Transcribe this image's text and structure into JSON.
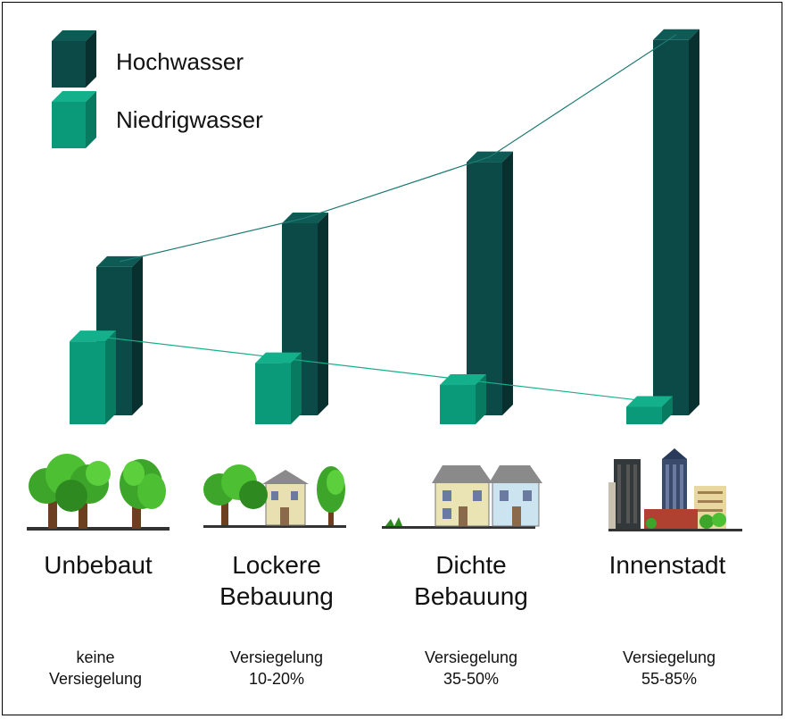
{
  "chart_data": {
    "type": "bar",
    "categories": [
      {
        "name": [
          "Unbebaut"
        ],
        "sub": [
          "keine",
          "Versiegelung"
        ],
        "icon": "trees-icon"
      },
      {
        "name": [
          "Lockere",
          "Bebauung"
        ],
        "sub": [
          "Versiegelung",
          "10-20%"
        ],
        "icon": "house-trees-icon"
      },
      {
        "name": [
          "Dichte",
          "Bebauung"
        ],
        "sub": [
          "Versiegelung",
          "35-50%"
        ],
        "icon": "row-houses-icon"
      },
      {
        "name": [
          "Innenstadt"
        ],
        "sub": [
          "Versiegelung",
          "55-85%"
        ],
        "icon": "city-skyline-icon"
      }
    ],
    "series": [
      {
        "name": "Hochwasser",
        "values": [
          170,
          220,
          290,
          430
        ],
        "color": "#0b4a47",
        "side": "#08302e",
        "top": "#0e5a55"
      },
      {
        "name": "Niedrigwasser",
        "values": [
          95,
          70,
          45,
          20
        ],
        "color": "#0a9a7a",
        "side": "#077a60",
        "top": "#14b08c"
      }
    ],
    "ylim": [
      0,
      440
    ],
    "legend": "top-left",
    "grid": false,
    "connecting_lines": true
  }
}
